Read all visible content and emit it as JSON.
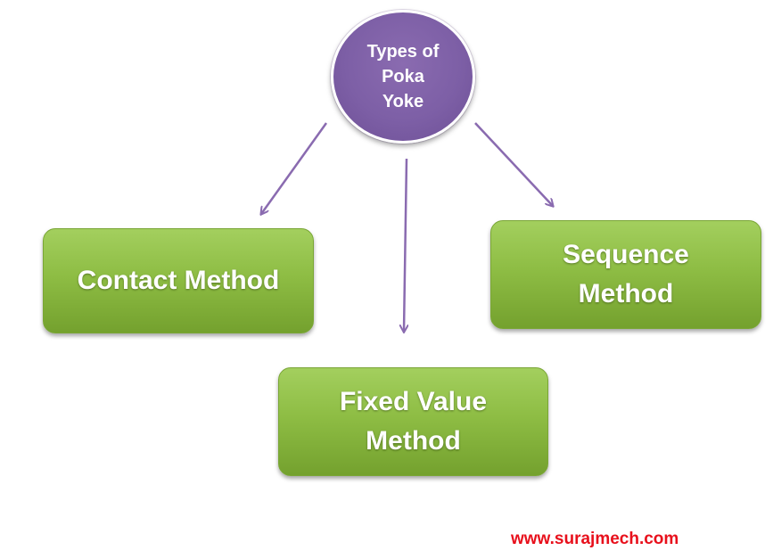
{
  "root": {
    "label": "Types of Poka Yoke"
  },
  "nodes": [
    {
      "label": "Contact Method"
    },
    {
      "label": "Sequence Method"
    },
    {
      "label": "Fixed Value Method"
    }
  ],
  "credit": "www.surajmech.com",
  "colors": {
    "root_fill": "#7d5fa6",
    "box_fill": "#8ebd44",
    "arrow": "#8a6bb0",
    "credit_text": "#e8101c"
  }
}
